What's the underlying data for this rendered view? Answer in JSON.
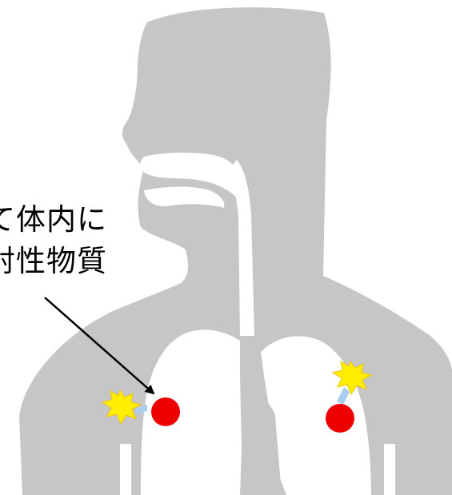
{
  "caption": {
    "line1": "て体内に",
    "line2": "射性物質"
  },
  "colors": {
    "silhouette": "#c6c6c6",
    "airway": "#ffffff",
    "radioactive_particle": "#ee0000",
    "radiation_burst": "#ffee00",
    "emission_arrow": "#a9cdee",
    "pointer_arrow": "#000000"
  },
  "icons": {
    "particle": "red-circle",
    "burst": "yellow-starburst"
  }
}
